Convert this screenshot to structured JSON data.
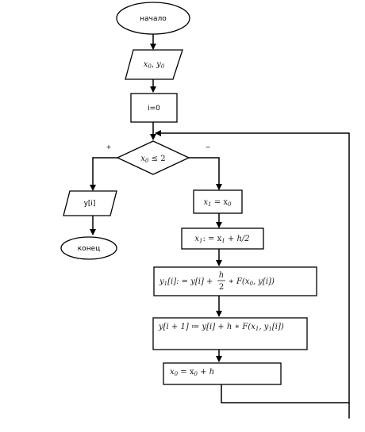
{
  "blocks": {
    "start": "начало",
    "input": {
      "a": "x",
      "a_sub": "0",
      "sep": ", ",
      "b": "y",
      "b_sub": "0"
    },
    "init": "i=0",
    "condition": {
      "var": "x",
      "var_sub": "0",
      "op": " ≤ 2"
    },
    "branch_yes": "+",
    "branch_no": "−",
    "output": "y[i]",
    "end": "конец",
    "step1": {
      "lhs": "x",
      "lhs_sub": "1",
      "rest": " = x",
      "rest_sub": "0"
    },
    "step2": {
      "lhs": "x",
      "lhs_sub": "1",
      "rest": ": = x",
      "rest_sub": "1",
      "tail": " + h/2"
    },
    "step3": {
      "lhs": "y",
      "lhs_sub": "1",
      "lhs_rest": "[i]: = y[i] +",
      "frac_num": "h",
      "frac_den": "2",
      "tail": "∗ F(x",
      "tail_sub": "0",
      "tail_end": ", y[i])"
    },
    "step4": {
      "lhs": "y[i + 1] ≔ y[i] + h ∗ F(x",
      "sub1": "1",
      "mid": ", y",
      "sub2": "1",
      "end": "[i])"
    },
    "step5": {
      "lhs": "x",
      "lhs_sub": "0",
      "mid": " = x",
      "mid_sub": "0",
      "tail": " + h"
    }
  }
}
